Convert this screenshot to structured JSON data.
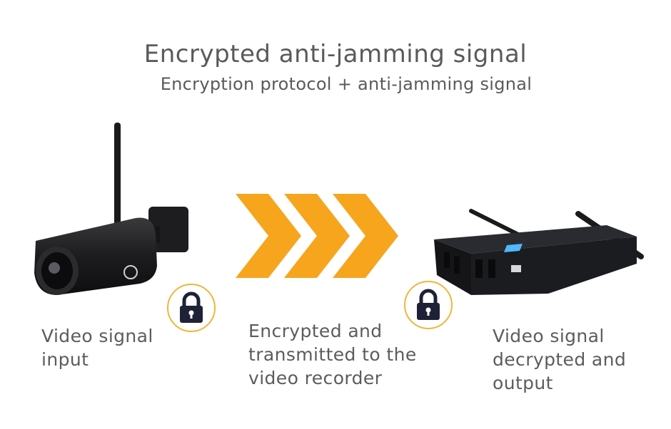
{
  "header": {
    "title": "Encrypted anti-jamming signal",
    "subtitle": "Encryption protocol + anti-jamming signal"
  },
  "steps": {
    "input": {
      "line1": "Video signal",
      "line2": "input"
    },
    "transmit": {
      "line1": "Encrypted and",
      "line2": "transmitted to the",
      "line3": "video recorder"
    },
    "output": {
      "line1": "Video signal",
      "line2": "decrypted and",
      "line3": "output"
    }
  },
  "icons": {
    "lock_left": "lock-icon",
    "lock_right": "lock-icon",
    "arrows": "chevron-right-icon"
  },
  "colors": {
    "accent_orange": "#f6a51d",
    "lock_ring": "#efb53a",
    "lock_body": "#1f2236",
    "device_dark": "#1b1b1d",
    "text_gray": "#5a5a5a"
  }
}
